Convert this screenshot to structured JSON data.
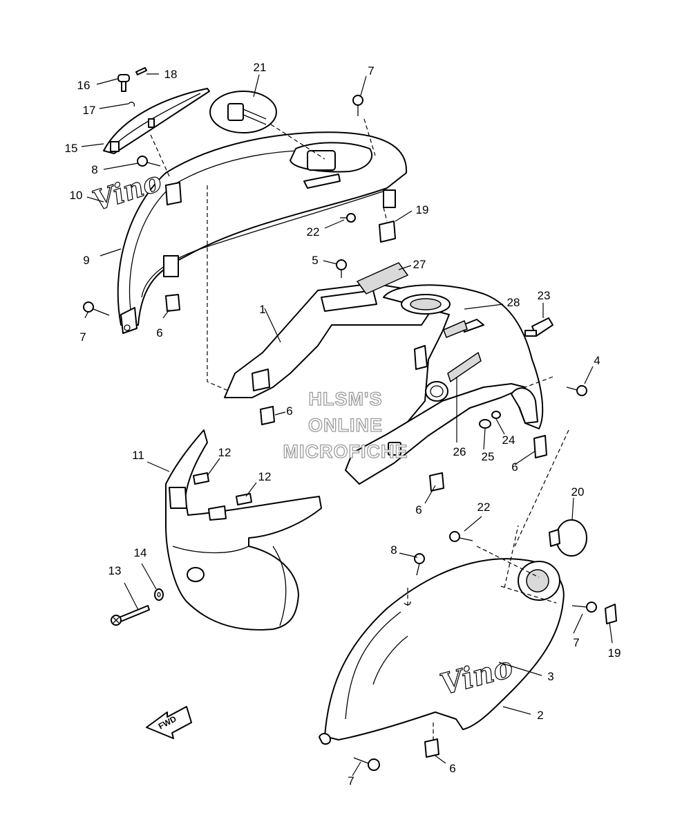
{
  "diagram": {
    "labels": [
      "1",
      "2",
      "3",
      "4",
      "5",
      "6",
      "6",
      "6",
      "6",
      "6",
      "7",
      "7",
      "7",
      "7",
      "8",
      "8",
      "9",
      "10",
      "11",
      "12",
      "12",
      "13",
      "14",
      "15",
      "16",
      "17",
      "18",
      "19",
      "19",
      "20",
      "21",
      "22",
      "22",
      "23",
      "24",
      "25",
      "26",
      "27",
      "28"
    ]
  },
  "watermark": {
    "line1": "HLSM'S",
    "line2": "ONLINE",
    "line3": "MICROFICHE"
  },
  "direction_badge": {
    "text": "FWD"
  },
  "emblems": {
    "front": "Vino",
    "top": "Vino"
  }
}
